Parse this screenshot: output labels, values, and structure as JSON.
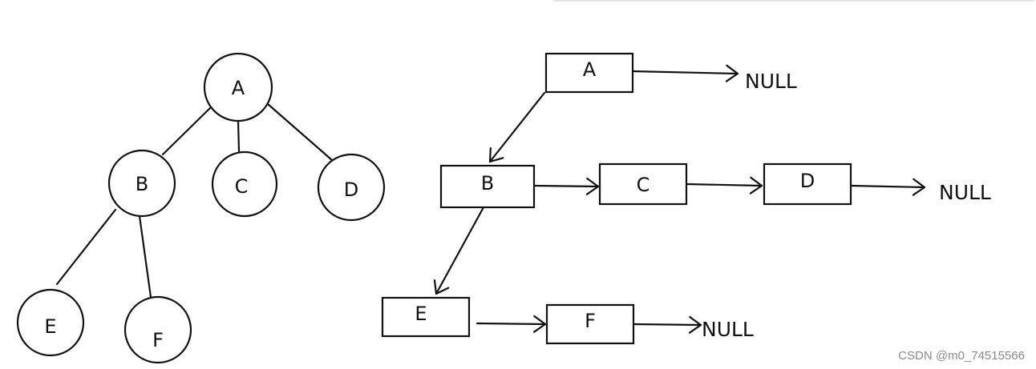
{
  "tree": {
    "nodes": [
      {
        "id": "A",
        "label": "A"
      },
      {
        "id": "B",
        "label": "B"
      },
      {
        "id": "C",
        "label": "C"
      },
      {
        "id": "D",
        "label": "D"
      },
      {
        "id": "E",
        "label": "E"
      },
      {
        "id": "F",
        "label": "F"
      }
    ],
    "edges": [
      {
        "from": "A",
        "to": "B"
      },
      {
        "from": "A",
        "to": "C"
      },
      {
        "from": "A",
        "to": "D"
      },
      {
        "from": "B",
        "to": "E"
      },
      {
        "from": "B",
        "to": "F"
      }
    ]
  },
  "child_sibling": {
    "boxes": [
      {
        "id": "A",
        "label": "A"
      },
      {
        "id": "B",
        "label": "B"
      },
      {
        "id": "C",
        "label": "C"
      },
      {
        "id": "D",
        "label": "D"
      },
      {
        "id": "E",
        "label": "E"
      },
      {
        "id": "F",
        "label": "F"
      }
    ],
    "links": [
      {
        "from": "A",
        "to": "NULL1",
        "kind": "sibling"
      },
      {
        "from": "A",
        "to": "B",
        "kind": "child"
      },
      {
        "from": "B",
        "to": "C",
        "kind": "sibling"
      },
      {
        "from": "C",
        "to": "D",
        "kind": "sibling"
      },
      {
        "from": "D",
        "to": "NULL2",
        "kind": "sibling"
      },
      {
        "from": "B",
        "to": "E",
        "kind": "child"
      },
      {
        "from": "E",
        "to": "F",
        "kind": "sibling"
      },
      {
        "from": "F",
        "to": "NULL3",
        "kind": "sibling"
      }
    ],
    "null_labels": [
      {
        "id": "NULL1",
        "label": "NULL"
      },
      {
        "id": "NULL2",
        "label": "NULL"
      },
      {
        "id": "NULL3",
        "label": "NULL"
      }
    ]
  },
  "watermark": "CSDN @m0_74515566",
  "colors": {
    "stroke": "#111111",
    "background": "#ffffff",
    "watermark": "#8a8a8a"
  }
}
